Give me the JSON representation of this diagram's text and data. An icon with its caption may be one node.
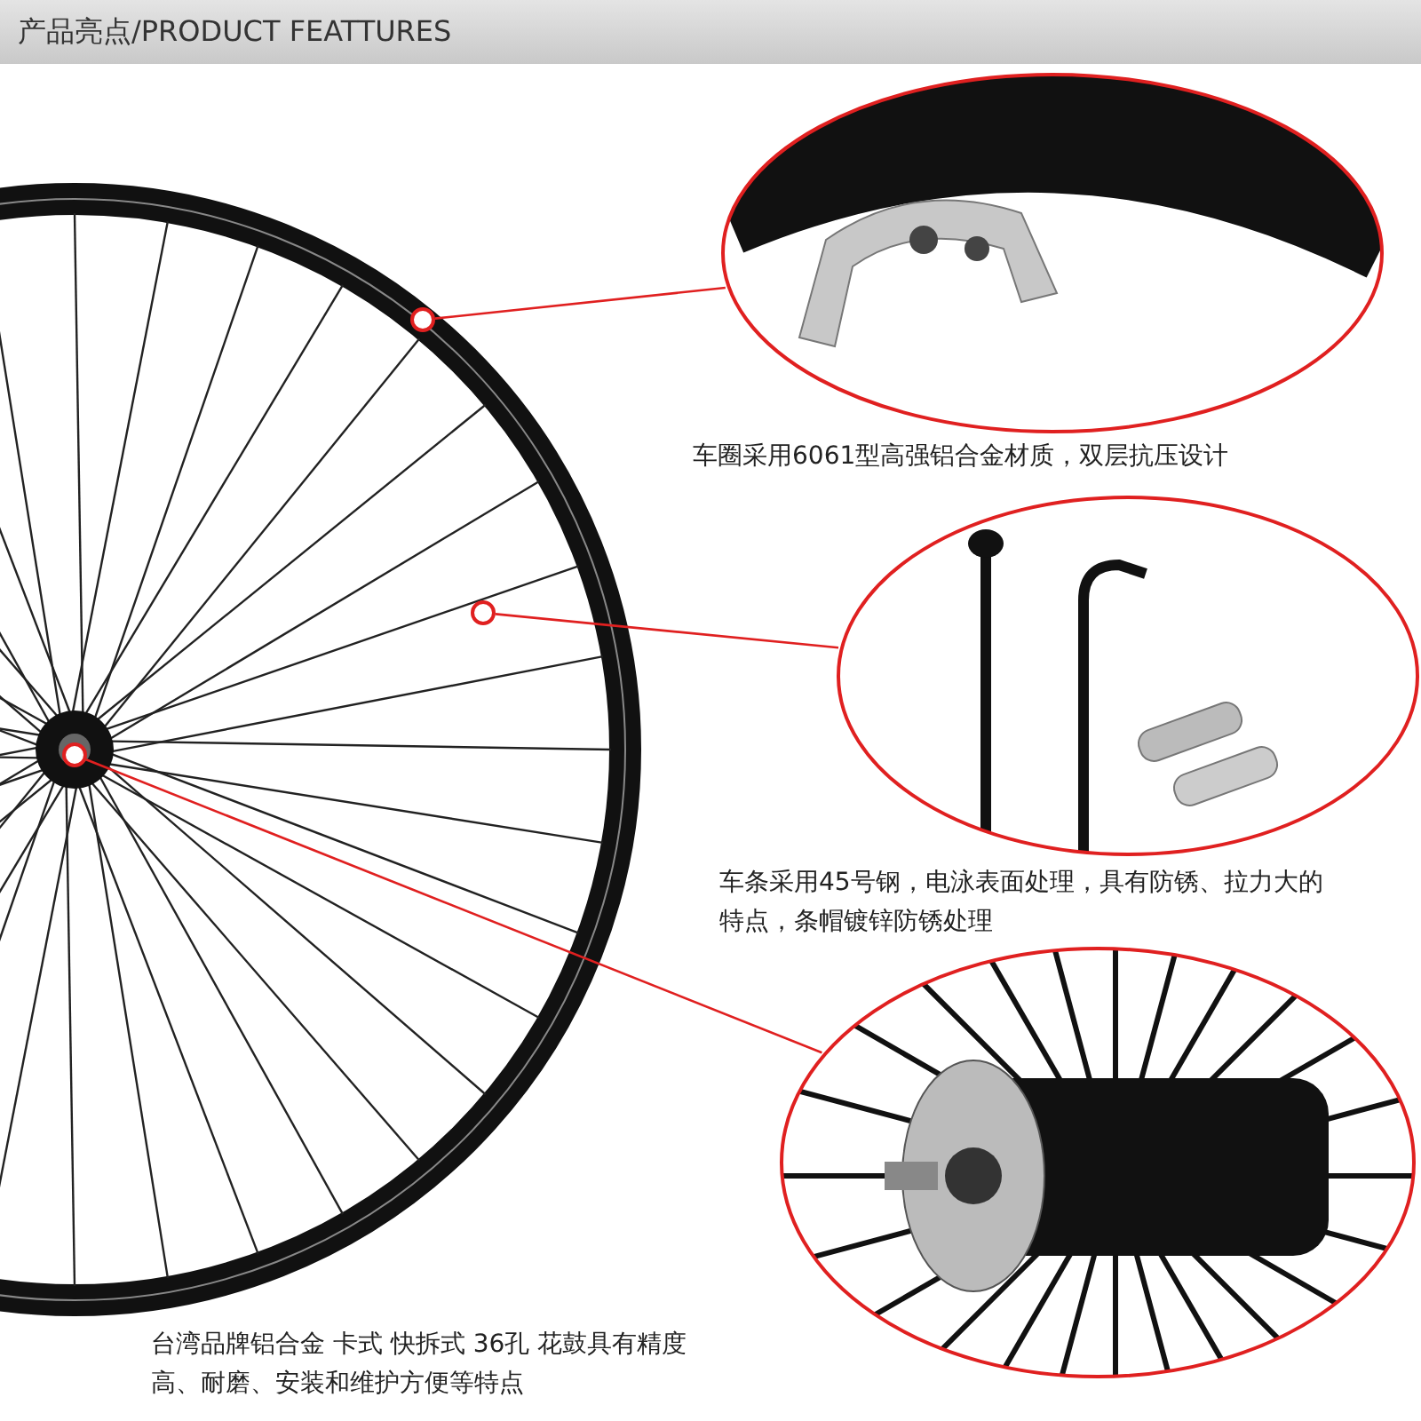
{
  "diagram": {
    "title": "产品亮点/PRODUCT FEATTURES",
    "nodes": [
      {
        "text": [],
        "shape": "picture"
      },
      {
        "text": [],
        "shape": "circle",
        "in": 0
      },
      {
        "text": [],
        "shape": "circle",
        "in": 0
      },
      {
        "text": [],
        "shape": "circle",
        "in": 0
      },
      {
        "text": [],
        "shape": "circle",
        "beside": [
          "车圈采用6061型高强铝合金材质，双层抗压设计"
        ]
      },
      {
        "text": [],
        "shape": "circle",
        "beside": [
          "车条采用45号钢，电泳表面处理，具有防锈、拉力大的特点，条帽镀锌防锈处理"
        ]
      },
      {
        "text": [],
        "shape": "circle",
        "beside": [
          "台湾品牌铝合金 卡式 快拆式 36孔 花鼓具有精度高、耐磨、安装和维护方便等特点"
        ]
      }
    ],
    "edges": [
      {
        "from": 1,
        "to": 4,
        "arrow": "none"
      },
      {
        "from": 2,
        "to": 5,
        "arrow": "none"
      },
      {
        "from": 3,
        "to": 6,
        "arrow": "none"
      }
    ]
  }
}
